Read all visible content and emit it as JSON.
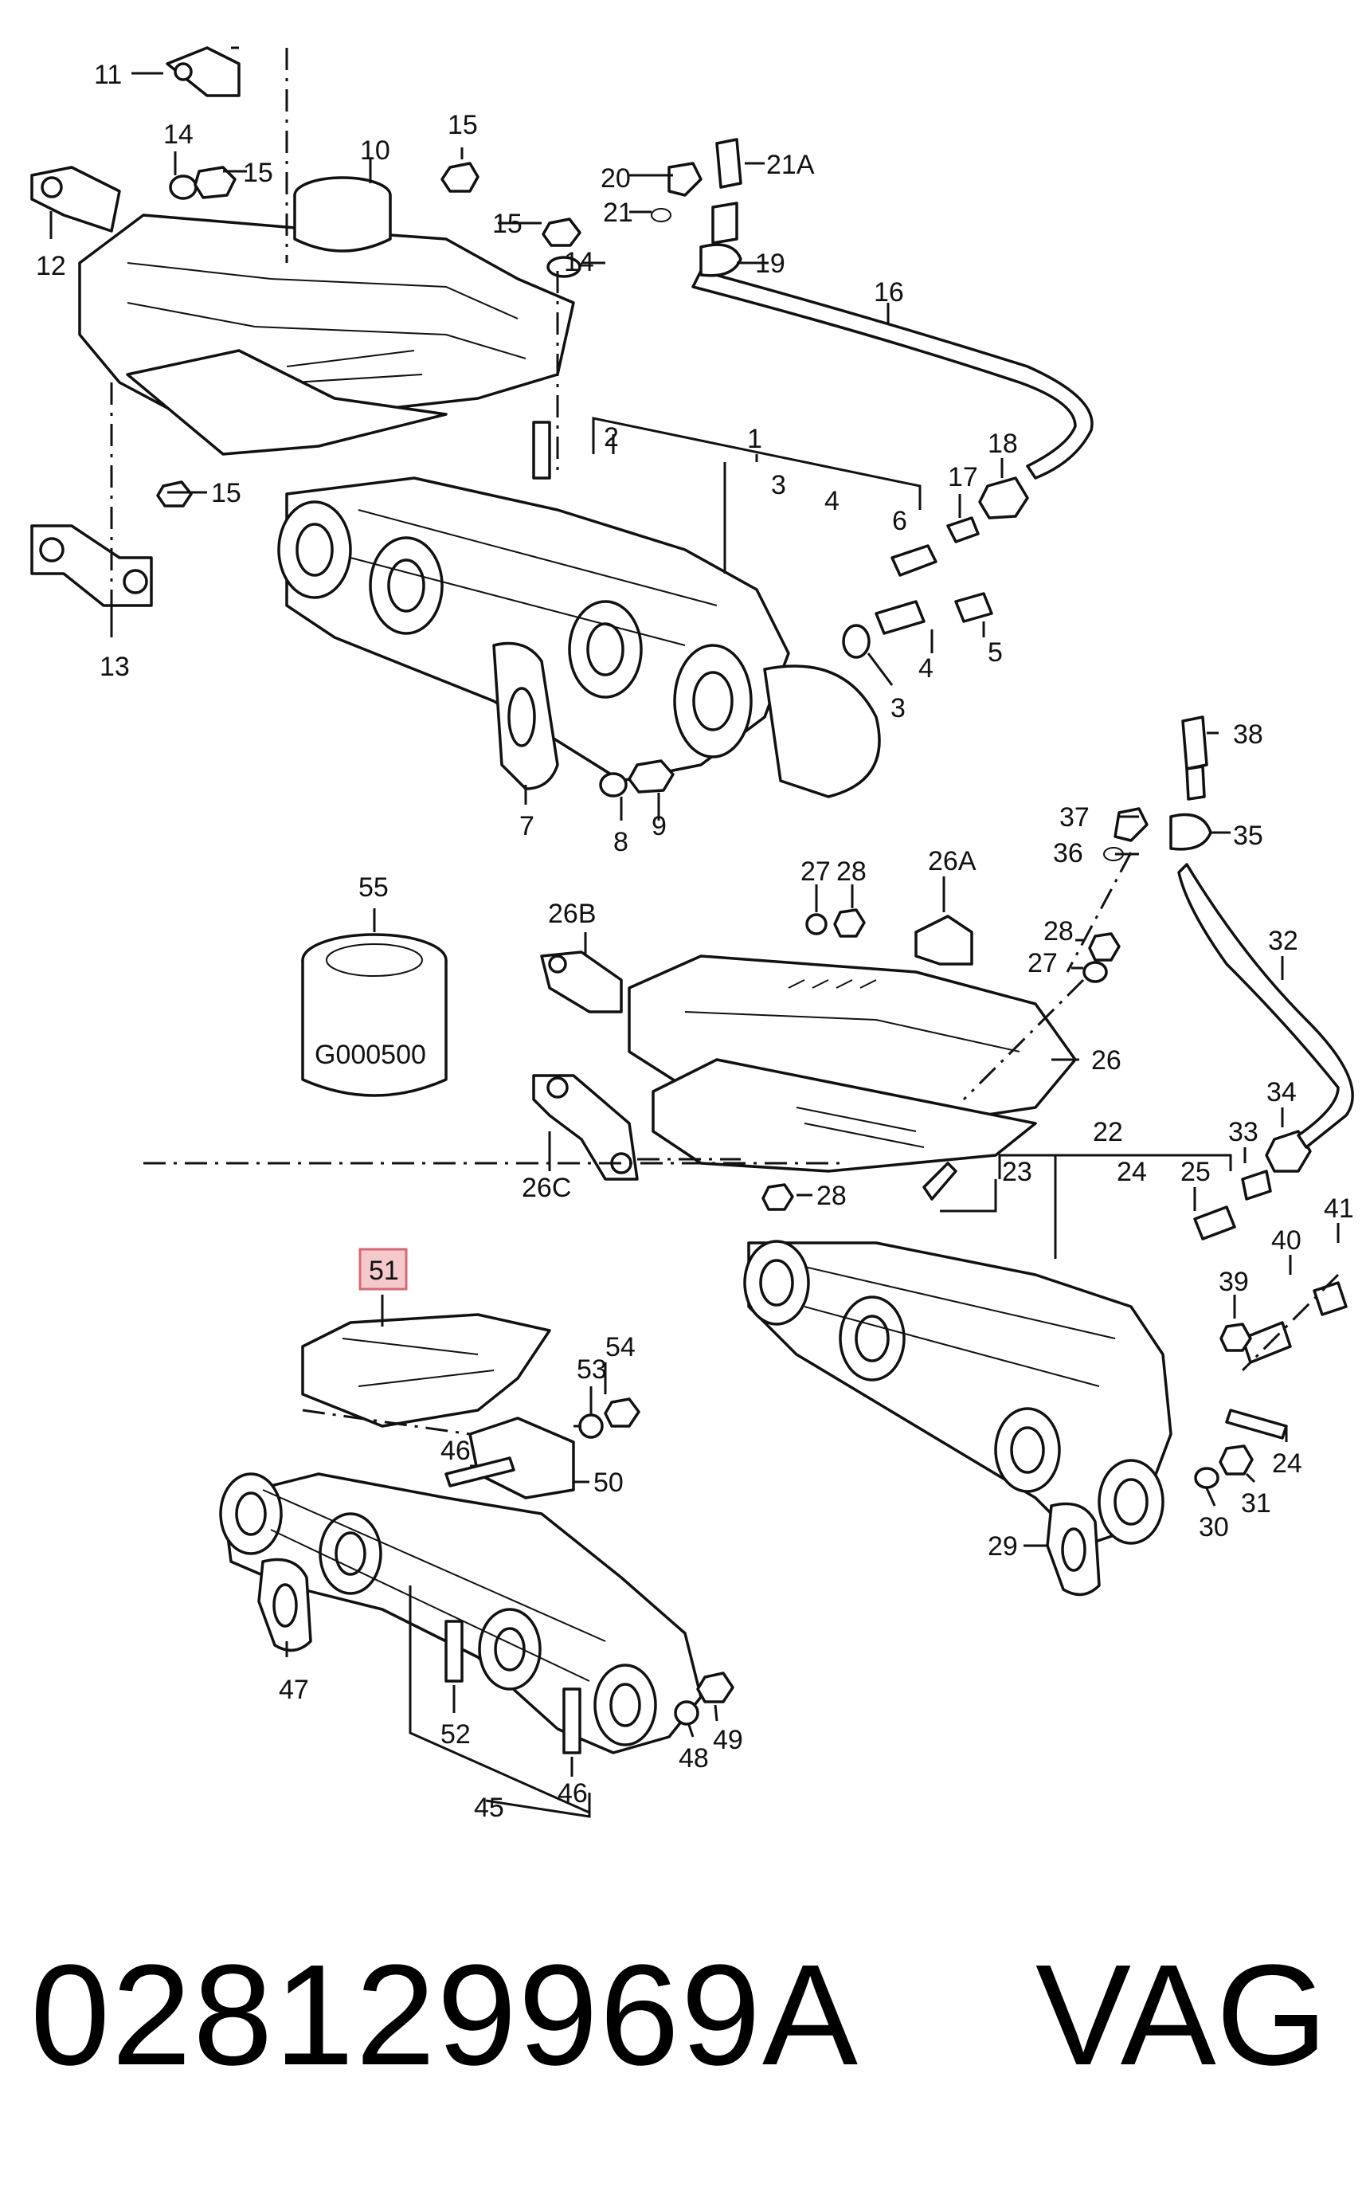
{
  "diagram": {
    "callouts": {
      "c11": "11",
      "c12": "12",
      "c13": "13",
      "c14a": "14",
      "c14b": "14",
      "c15a": "15",
      "c15b": "15",
      "c15c": "15",
      "c15d": "15",
      "c10": "10",
      "c20": "20",
      "c21A": "21A",
      "c21": "21",
      "c19": "19",
      "c16": "16",
      "c1": "1",
      "c2": "2",
      "c3a": "3",
      "c4a": "4",
      "c6": "6",
      "c17": "17",
      "c18": "18",
      "c4b": "4",
      "c5": "5",
      "c3b": "3",
      "c7": "7",
      "c8": "8",
      "c9": "9",
      "c55": "55",
      "c38": "38",
      "c37": "37",
      "c36": "36",
      "c35": "35",
      "c32": "32",
      "c27a": "27",
      "c28a": "28",
      "c26A": "26A",
      "c26B": "26B",
      "c28b": "28",
      "c27b": "27",
      "c26": "26",
      "c26C": "26C",
      "c28c": "28",
      "c22": "22",
      "c23": "23",
      "c24a": "24",
      "c25": "25",
      "c33": "33",
      "c34": "34",
      "c40": "40",
      "c41": "41",
      "c39": "39",
      "c24b": "24",
      "c31": "31",
      "c30": "30",
      "c29": "29",
      "c51": "51",
      "c54": "54",
      "c53": "53",
      "c46a": "46",
      "c50": "50",
      "c47": "47",
      "c52": "52",
      "c46b": "46",
      "c48": "48",
      "c49": "49",
      "c45": "45"
    },
    "filter_label": "G000500",
    "highlighted_callout": "51",
    "highlight_color": "#f4c9cc"
  },
  "footer": {
    "part_number": "028129969A",
    "brand": "VAG"
  }
}
